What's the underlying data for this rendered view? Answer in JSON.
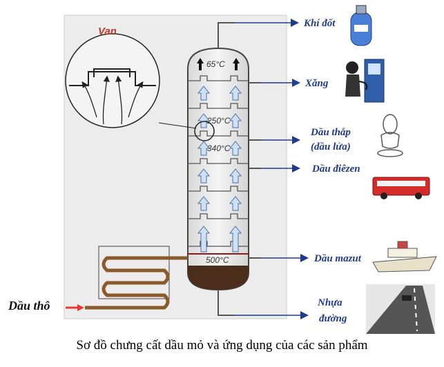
{
  "diagram": {
    "valve_label": "Van",
    "temperatures": {
      "top": "65°C",
      "t250": "250°C",
      "t340": "340°C",
      "bottom": "500°C"
    },
    "products": {
      "gas": "Khí đốt",
      "gasoline": "Xăng",
      "kerosene_line1": "Dầu thắp",
      "kerosene_line2": "(dầu lửa)",
      "diesel": "Dầu điêzen",
      "fuel_oil": "Dầu mazut",
      "asphalt_line1": "Nhựa",
      "asphalt_line2": "đường"
    },
    "input_label": "Dầu thô"
  },
  "caption": "Sơ đồ chưng cất dầu mỏ và ứng dụng của các sản phẩm"
}
